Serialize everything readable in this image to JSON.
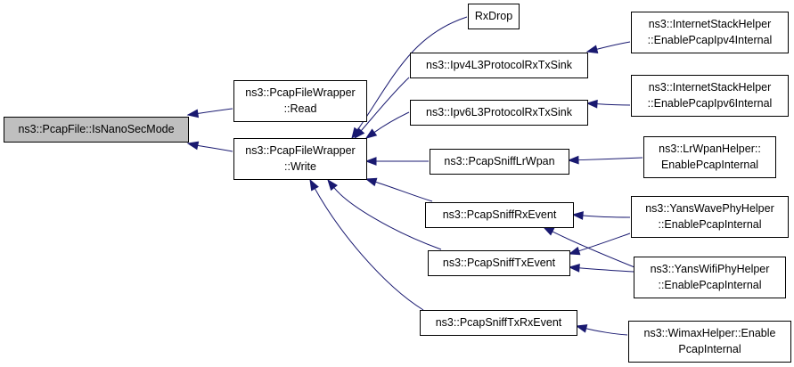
{
  "graph": {
    "edge_color": "#191970",
    "root_fill": "#bfbfbf",
    "node_fill": "#ffffff",
    "nodes": [
      {
        "id": "root",
        "lines": [
          "ns3::PcapFile::IsNanoSecMode"
        ],
        "root": true
      },
      {
        "id": "read",
        "lines": [
          "ns3::PcapFileWrapper",
          "::Read"
        ]
      },
      {
        "id": "write",
        "lines": [
          "ns3::PcapFileWrapper",
          "::Write"
        ]
      },
      {
        "id": "rxdrop",
        "lines": [
          "RxDrop"
        ]
      },
      {
        "id": "ipv4sink",
        "lines": [
          "ns3::Ipv4L3ProtocolRxTxSink"
        ]
      },
      {
        "id": "ipv6sink",
        "lines": [
          "ns3::Ipv6L3ProtocolRxTxSink"
        ]
      },
      {
        "id": "lrwpan",
        "lines": [
          "ns3::PcapSniffLrWpan"
        ]
      },
      {
        "id": "rxevent",
        "lines": [
          "ns3::PcapSniffRxEvent"
        ]
      },
      {
        "id": "txevent",
        "lines": [
          "ns3::PcapSniffTxEvent"
        ]
      },
      {
        "id": "txrxevent",
        "lines": [
          "ns3::PcapSniffTxRxEvent"
        ]
      },
      {
        "id": "inet4",
        "lines": [
          "ns3::InternetStackHelper",
          "::EnablePcapIpv4Internal"
        ]
      },
      {
        "id": "inet6",
        "lines": [
          "ns3::InternetStackHelper",
          "::EnablePcapIpv6Internal"
        ]
      },
      {
        "id": "lrwpanhelper",
        "lines": [
          "ns3::LrWpanHelper::",
          "EnablePcapInternal"
        ]
      },
      {
        "id": "yanswave",
        "lines": [
          "ns3::YansWavePhyHelper",
          "::EnablePcapInternal"
        ]
      },
      {
        "id": "yanswifi",
        "lines": [
          "ns3::YansWifiPhyHelper",
          "::EnablePcapInternal"
        ]
      },
      {
        "id": "wimax",
        "lines": [
          "ns3::WimaxHelper::Enable",
          "PcapInternal"
        ]
      }
    ],
    "edges": [
      {
        "from": "read",
        "to": "root"
      },
      {
        "from": "write",
        "to": "root"
      },
      {
        "from": "rxdrop",
        "to": "write"
      },
      {
        "from": "ipv4sink",
        "to": "write"
      },
      {
        "from": "ipv6sink",
        "to": "write"
      },
      {
        "from": "lrwpan",
        "to": "write"
      },
      {
        "from": "rxevent",
        "to": "write"
      },
      {
        "from": "txevent",
        "to": "write"
      },
      {
        "from": "txrxevent",
        "to": "write"
      },
      {
        "from": "inet4",
        "to": "ipv4sink"
      },
      {
        "from": "inet6",
        "to": "ipv6sink"
      },
      {
        "from": "lrwpanhelper",
        "to": "lrwpan"
      },
      {
        "from": "yanswave",
        "to": "rxevent"
      },
      {
        "from": "yanswifi",
        "to": "rxevent"
      },
      {
        "from": "yanswave",
        "to": "txevent"
      },
      {
        "from": "yanswifi",
        "to": "txevent"
      },
      {
        "from": "wimax",
        "to": "txrxevent"
      }
    ]
  }
}
